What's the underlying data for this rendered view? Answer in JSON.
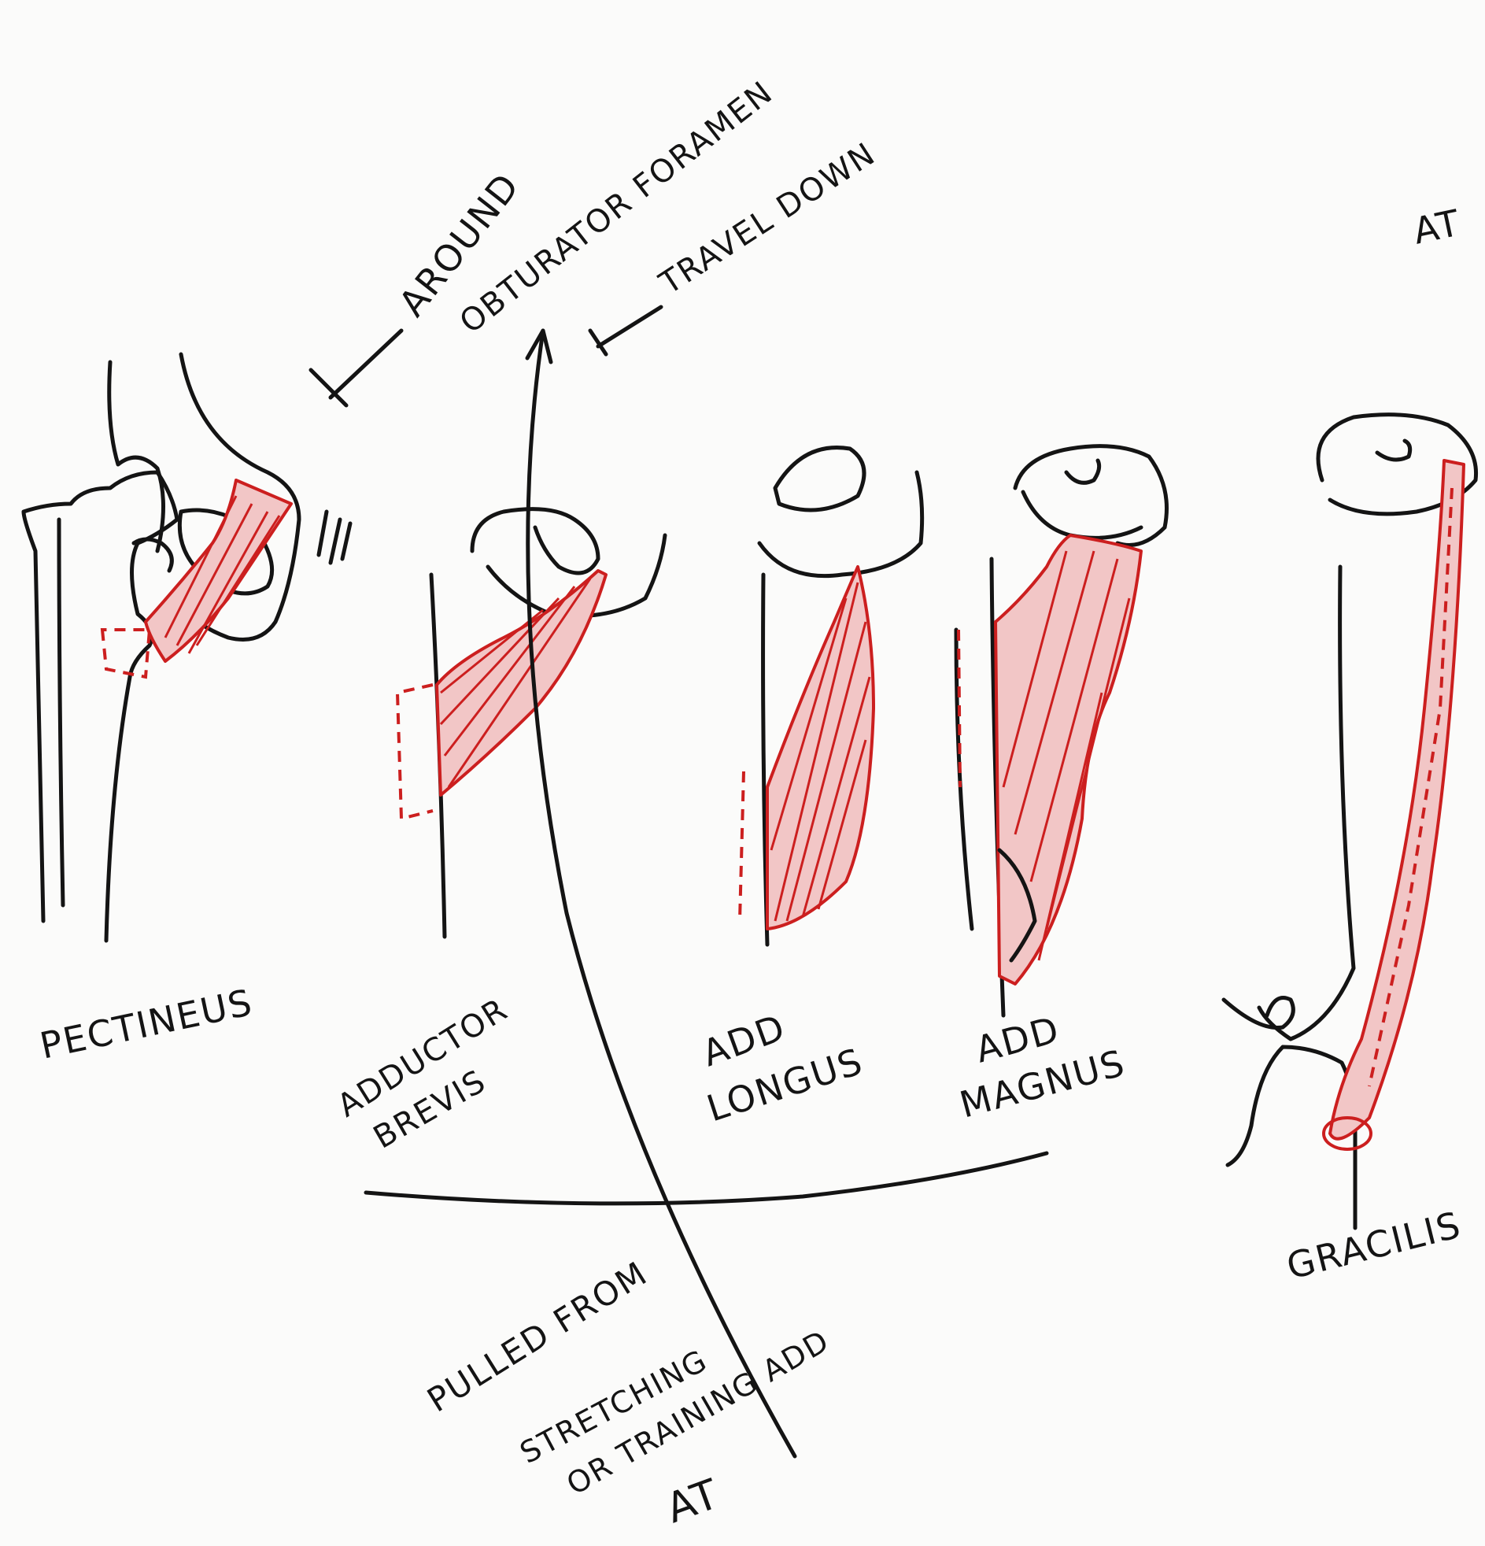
{
  "labels": {
    "around": "AROUND",
    "obturator_foramen": "OBTURATOR FORAMEN",
    "travel_down": "TRAVEL DOWN",
    "corner_fragment": "AT",
    "pectineus": "PECTINEUS",
    "adductor_brevis_1": "ADDUCTOR",
    "adductor_brevis_2": "BREVIS",
    "add_longus_1": "ADD",
    "add_longus_2": "LONGUS",
    "add_magnus_1": "ADD",
    "add_magnus_2": "MAGNUS",
    "gracilis": "GRACILIS",
    "bottom_1": "PULLED FROM",
    "bottom_2": "STRETCHING",
    "bottom_3": "OR TRAINING ADD",
    "bottom_4": "AT"
  },
  "colors": {
    "ink": "#141414",
    "muscle_outline": "#cc1f1f",
    "muscle_fill": "#f2c6c6",
    "paper": "#fbfbfa"
  }
}
